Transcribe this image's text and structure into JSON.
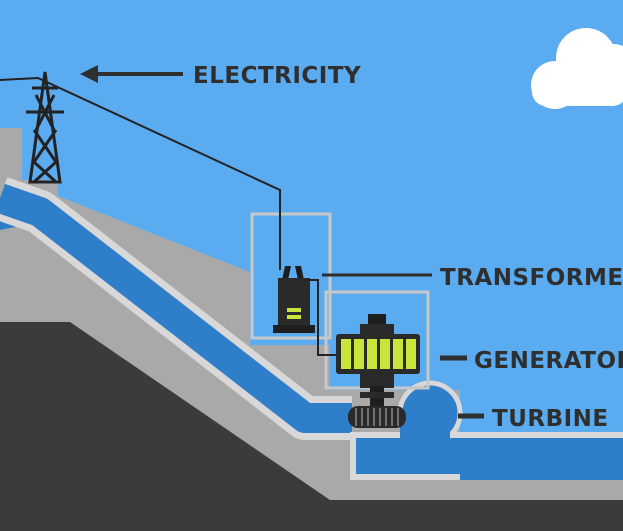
{
  "diagram": {
    "labels": {
      "electricity": "ELECTRICITY",
      "transformer": "TRANSFORMER",
      "generator": "GENERATOR",
      "turbine": "TURBINE"
    },
    "colors": {
      "sky": "#5aabf0",
      "water": "#2f7ec9",
      "concrete": "#a9a9a9",
      "ground": "#3b3b3b",
      "generator_coils": "#c9e43a",
      "text": "#2f2f2f"
    }
  }
}
